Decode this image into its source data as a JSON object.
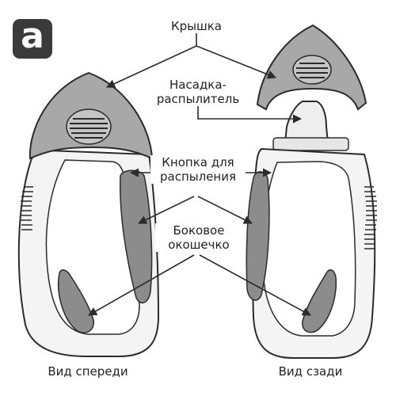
{
  "panel_letter": "a",
  "labels": {
    "cap": "Крышка",
    "nozzle": "Насадка-\nраспылитель",
    "spray_button": "Кнопка для\nраспыления",
    "side_window": "Боковое\nокошечко",
    "front_view": "Вид спереди",
    "back_view": "Вид сзади"
  },
  "colors": {
    "outline": "#2b2b2b",
    "body_fill": "#f4f4f4",
    "dark_gray": "#8c8c8c",
    "mid_gray": "#a8a8a8"
  }
}
